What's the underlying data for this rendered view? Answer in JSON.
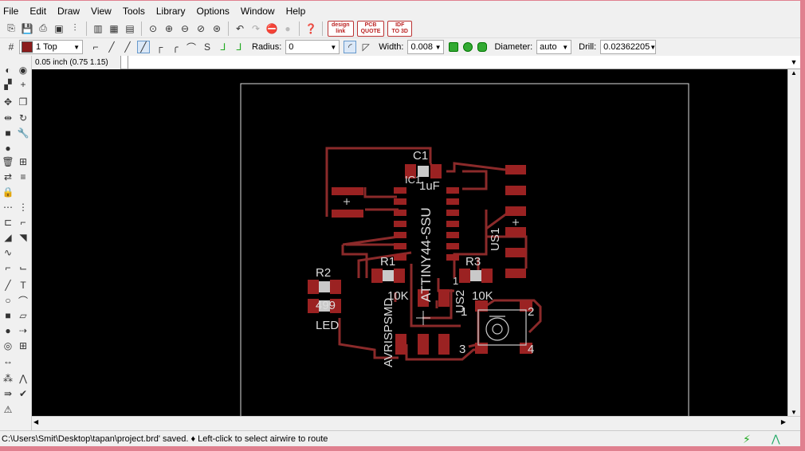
{
  "menu": [
    "File",
    "Edit",
    "Draw",
    "View",
    "Tools",
    "Library",
    "Options",
    "Window",
    "Help"
  ],
  "toolbar": {
    "badges": [
      {
        "line1": "design",
        "line2": "link"
      },
      {
        "line1": "PCB",
        "line2": "QUOTE"
      },
      {
        "line1": "IDF",
        "line2": "TO 3D"
      }
    ]
  },
  "route_bar": {
    "layer": "1 Top",
    "radius_label": "Radius:",
    "radius_value": "0",
    "width_label": "Width:",
    "width_value": "0.008",
    "diameter_label": "Diameter:",
    "diameter_value": "auto",
    "drill_label": "Drill:",
    "drill_value": "0.02362205",
    "layer_color": "#8b1c1c"
  },
  "command_bar": {
    "coordinate": "0.05 inch (0.75 1.15)"
  },
  "board": {
    "labels": {
      "c1": "C1",
      "c1_value": "1uF",
      "ic_top": "IC1",
      "ic_name": "ATTINY44-SSU",
      "us1": "US1",
      "r1": "R1",
      "r1_value": "10K",
      "r2": "R2",
      "r2_value": "499",
      "led": "LED",
      "r3": "R3",
      "r3_value": "10K",
      "us2": "US2",
      "avr": "AVRISPSMD",
      "sw_pin1": "1",
      "sw_pin2": "2",
      "sw_pin3": "3",
      "sw_pin4": "4",
      "us2_pin": "1"
    },
    "trace_color": "#8b2a2a",
    "pad_color": "#9b2222"
  },
  "status": {
    "message": "C:\\Users\\Smit\\Desktop\\tapan\\project.brd' saved.  ♦ Left-click to select airwire to route"
  }
}
